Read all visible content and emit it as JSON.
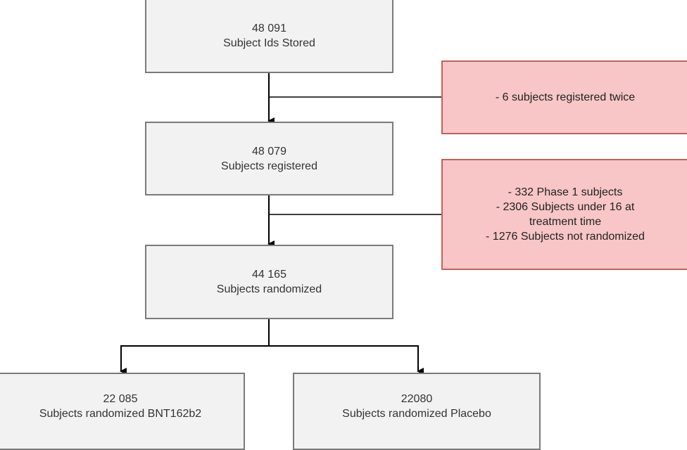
{
  "nodes": {
    "stored": {
      "count": "48 091",
      "label": "Subject Ids Stored"
    },
    "registered": {
      "count": "48 079",
      "label": "Subjects registered"
    },
    "randomized": {
      "count": "44 165",
      "label": "Subjects randomized"
    },
    "bnt": {
      "count": "22 085",
      "label": "Subjects randomized BNT162b2"
    },
    "placebo": {
      "count": "22080",
      "label": "Subjects randomized Placebo"
    }
  },
  "exclusions": {
    "first": {
      "lines": [
        "- 6 subjects registered twice"
      ]
    },
    "second": {
      "lines": [
        "- 332 Phase 1 subjects",
        "- 2306 Subjects under 16 at",
        "treatment time",
        "- 1276 Subjects not randomized"
      ]
    }
  },
  "colors": {
    "node_fill": "#f2f2f2",
    "node_border": "#7a7a7a",
    "exclusion_fill": "#f8c6c6",
    "exclusion_border": "#c0625f",
    "edge": "#000000"
  }
}
